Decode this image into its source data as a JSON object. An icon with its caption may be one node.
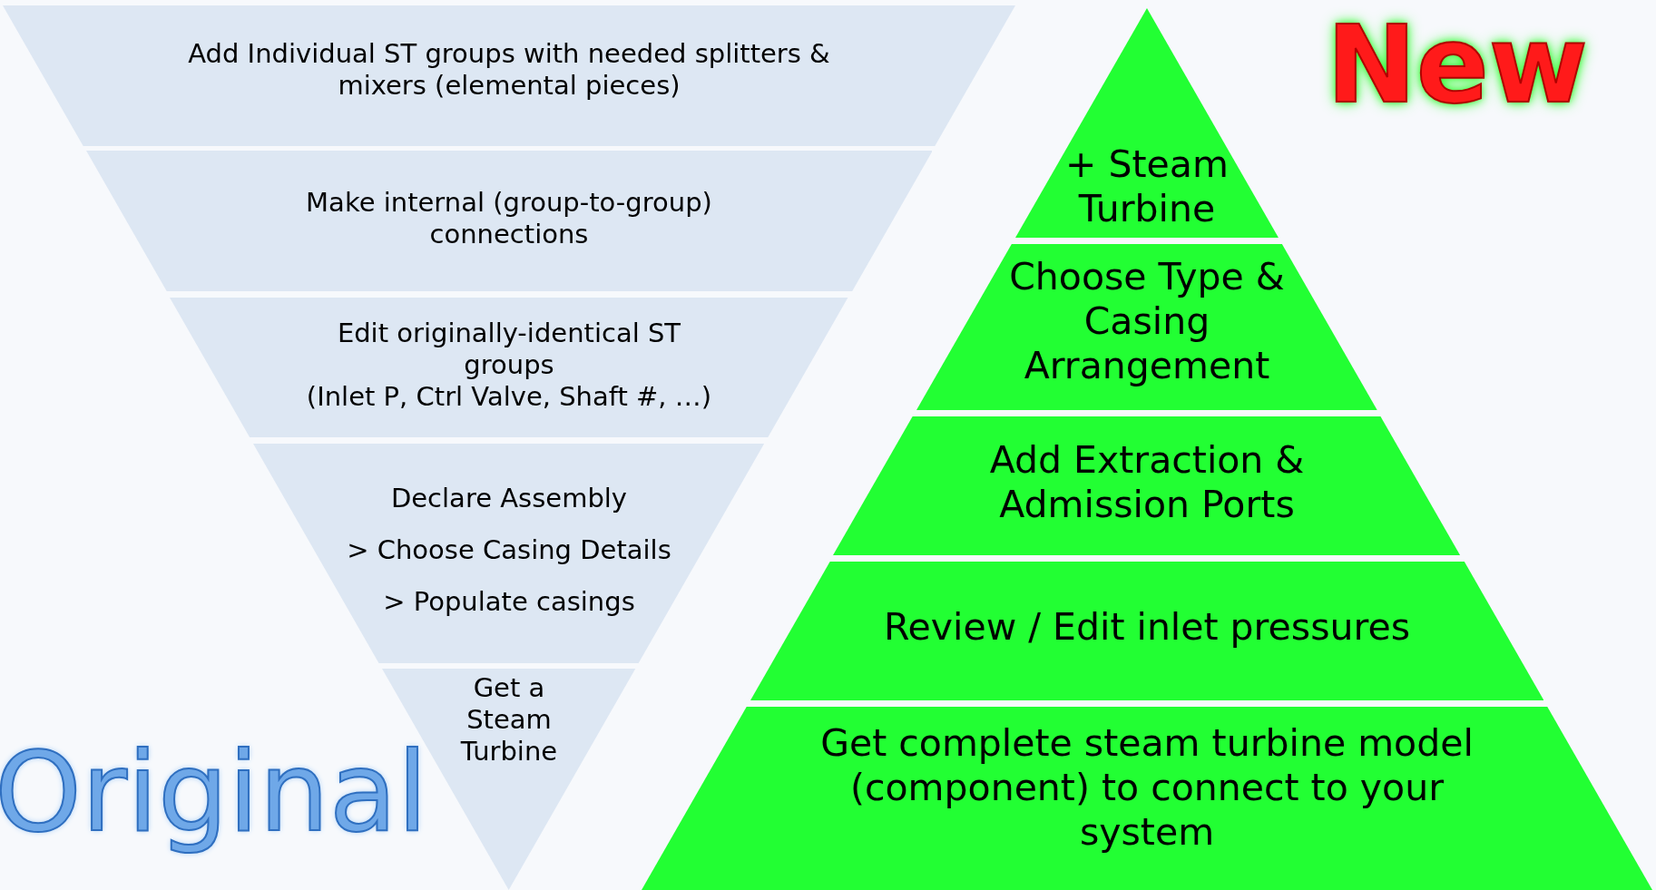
{
  "diagram": {
    "nodes": [
      {
        "text": [
          "Add Individual ST groups with needed splitters & mixers (elemental pieces)"
        ]
      },
      {
        "text": [
          "Make internal (group-to-group) connections"
        ]
      },
      {
        "text": [
          "Edit originally-identical ST groups",
          "(Inlet P, Ctrl Valve, Shaft #, …)"
        ]
      },
      {
        "text": [
          "Declare Assembly",
          "> Choose Casing Details",
          "> Populate casings"
        ]
      },
      {
        "text": [
          "Get a Steam Turbine"
        ]
      },
      {
        "text": [
          "+ Steam Turbine"
        ]
      },
      {
        "text": [
          "Choose Type & Casing Arrangement"
        ]
      },
      {
        "text": [
          "Add Extraction & Admission Ports"
        ]
      },
      {
        "text": [
          "Review / Edit inlet pressures"
        ]
      },
      {
        "text": [
          "Get complete steam turbine model (component) to connect to your system"
        ]
      }
    ],
    "labels": [
      "New",
      "Original"
    ]
  }
}
